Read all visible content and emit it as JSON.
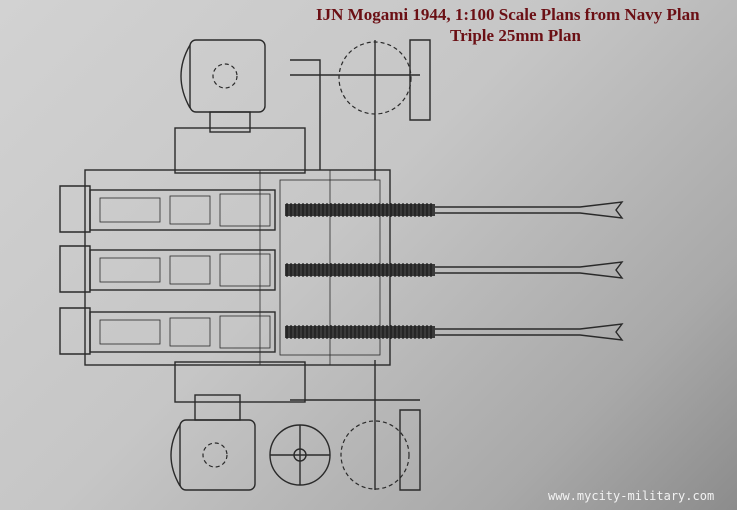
{
  "title": {
    "line1": "IJN Mogami 1944, 1:100 Scale Plans from Navy Plan",
    "line2": "Triple 25mm Plan"
  },
  "watermark": "www.mycity-military.com",
  "colors": {
    "title": "#6b0f14",
    "ink": "#2a2a2a",
    "paper": "#c6c6c6"
  },
  "drawing": {
    "subject": "triple-25mm-gun-mount-plan-view",
    "barrel_count": 3
  }
}
